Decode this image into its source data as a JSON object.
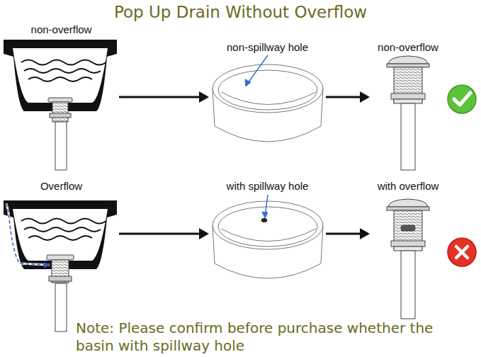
{
  "diagram": {
    "title": "Pop Up Drain Without Overflow",
    "nodes": [
      {
        "text": [
          "non-overflow"
        ]
      },
      {
        "text": [
          "non-spillway hole"
        ]
      },
      {
        "text": [
          "non-overflow"
        ]
      },
      {
        "text": [
          "Overflow"
        ]
      },
      {
        "text": [
          "with spillway hole"
        ]
      },
      {
        "text": [
          "with overflow"
        ]
      }
    ],
    "edges": [
      {
        "from": 0,
        "to": 1,
        "arrow": "to"
      },
      {
        "from": 1,
        "to": 2,
        "arrow": "to"
      },
      {
        "from": 3,
        "to": 4,
        "arrow": "to"
      },
      {
        "from": 4,
        "to": 5,
        "arrow": "to"
      }
    ],
    "labels": [
      "Note: Please confirm before purchase whether the basin with spillway hole"
    ]
  }
}
